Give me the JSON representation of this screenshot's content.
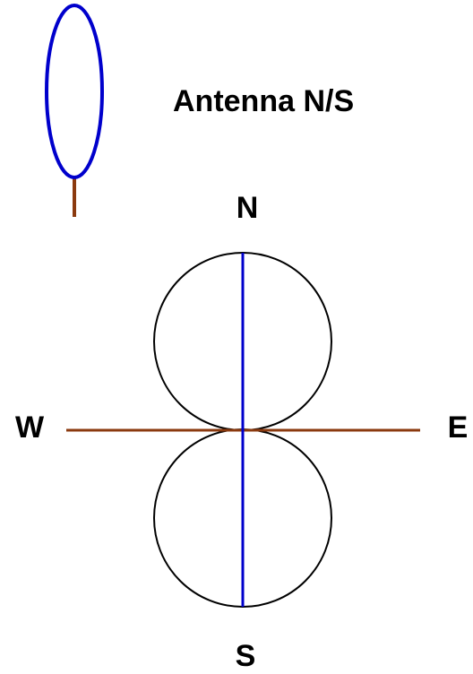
{
  "title": "Antenna N/S",
  "compass": {
    "north": "N",
    "south": "S",
    "east": "E",
    "west": "W"
  },
  "colors": {
    "antenna_loop": "#0000cc",
    "antenna_stem": "#8b3a0f",
    "north_south_axis": "#0000cc",
    "east_west_axis": "#8b3a0f",
    "lobes": "#000000",
    "text": "#000000",
    "background": "#ffffff"
  },
  "icons": {
    "antenna": "antenna-icon"
  },
  "pattern": {
    "type": "figure-eight",
    "lobe_count": 2
  }
}
